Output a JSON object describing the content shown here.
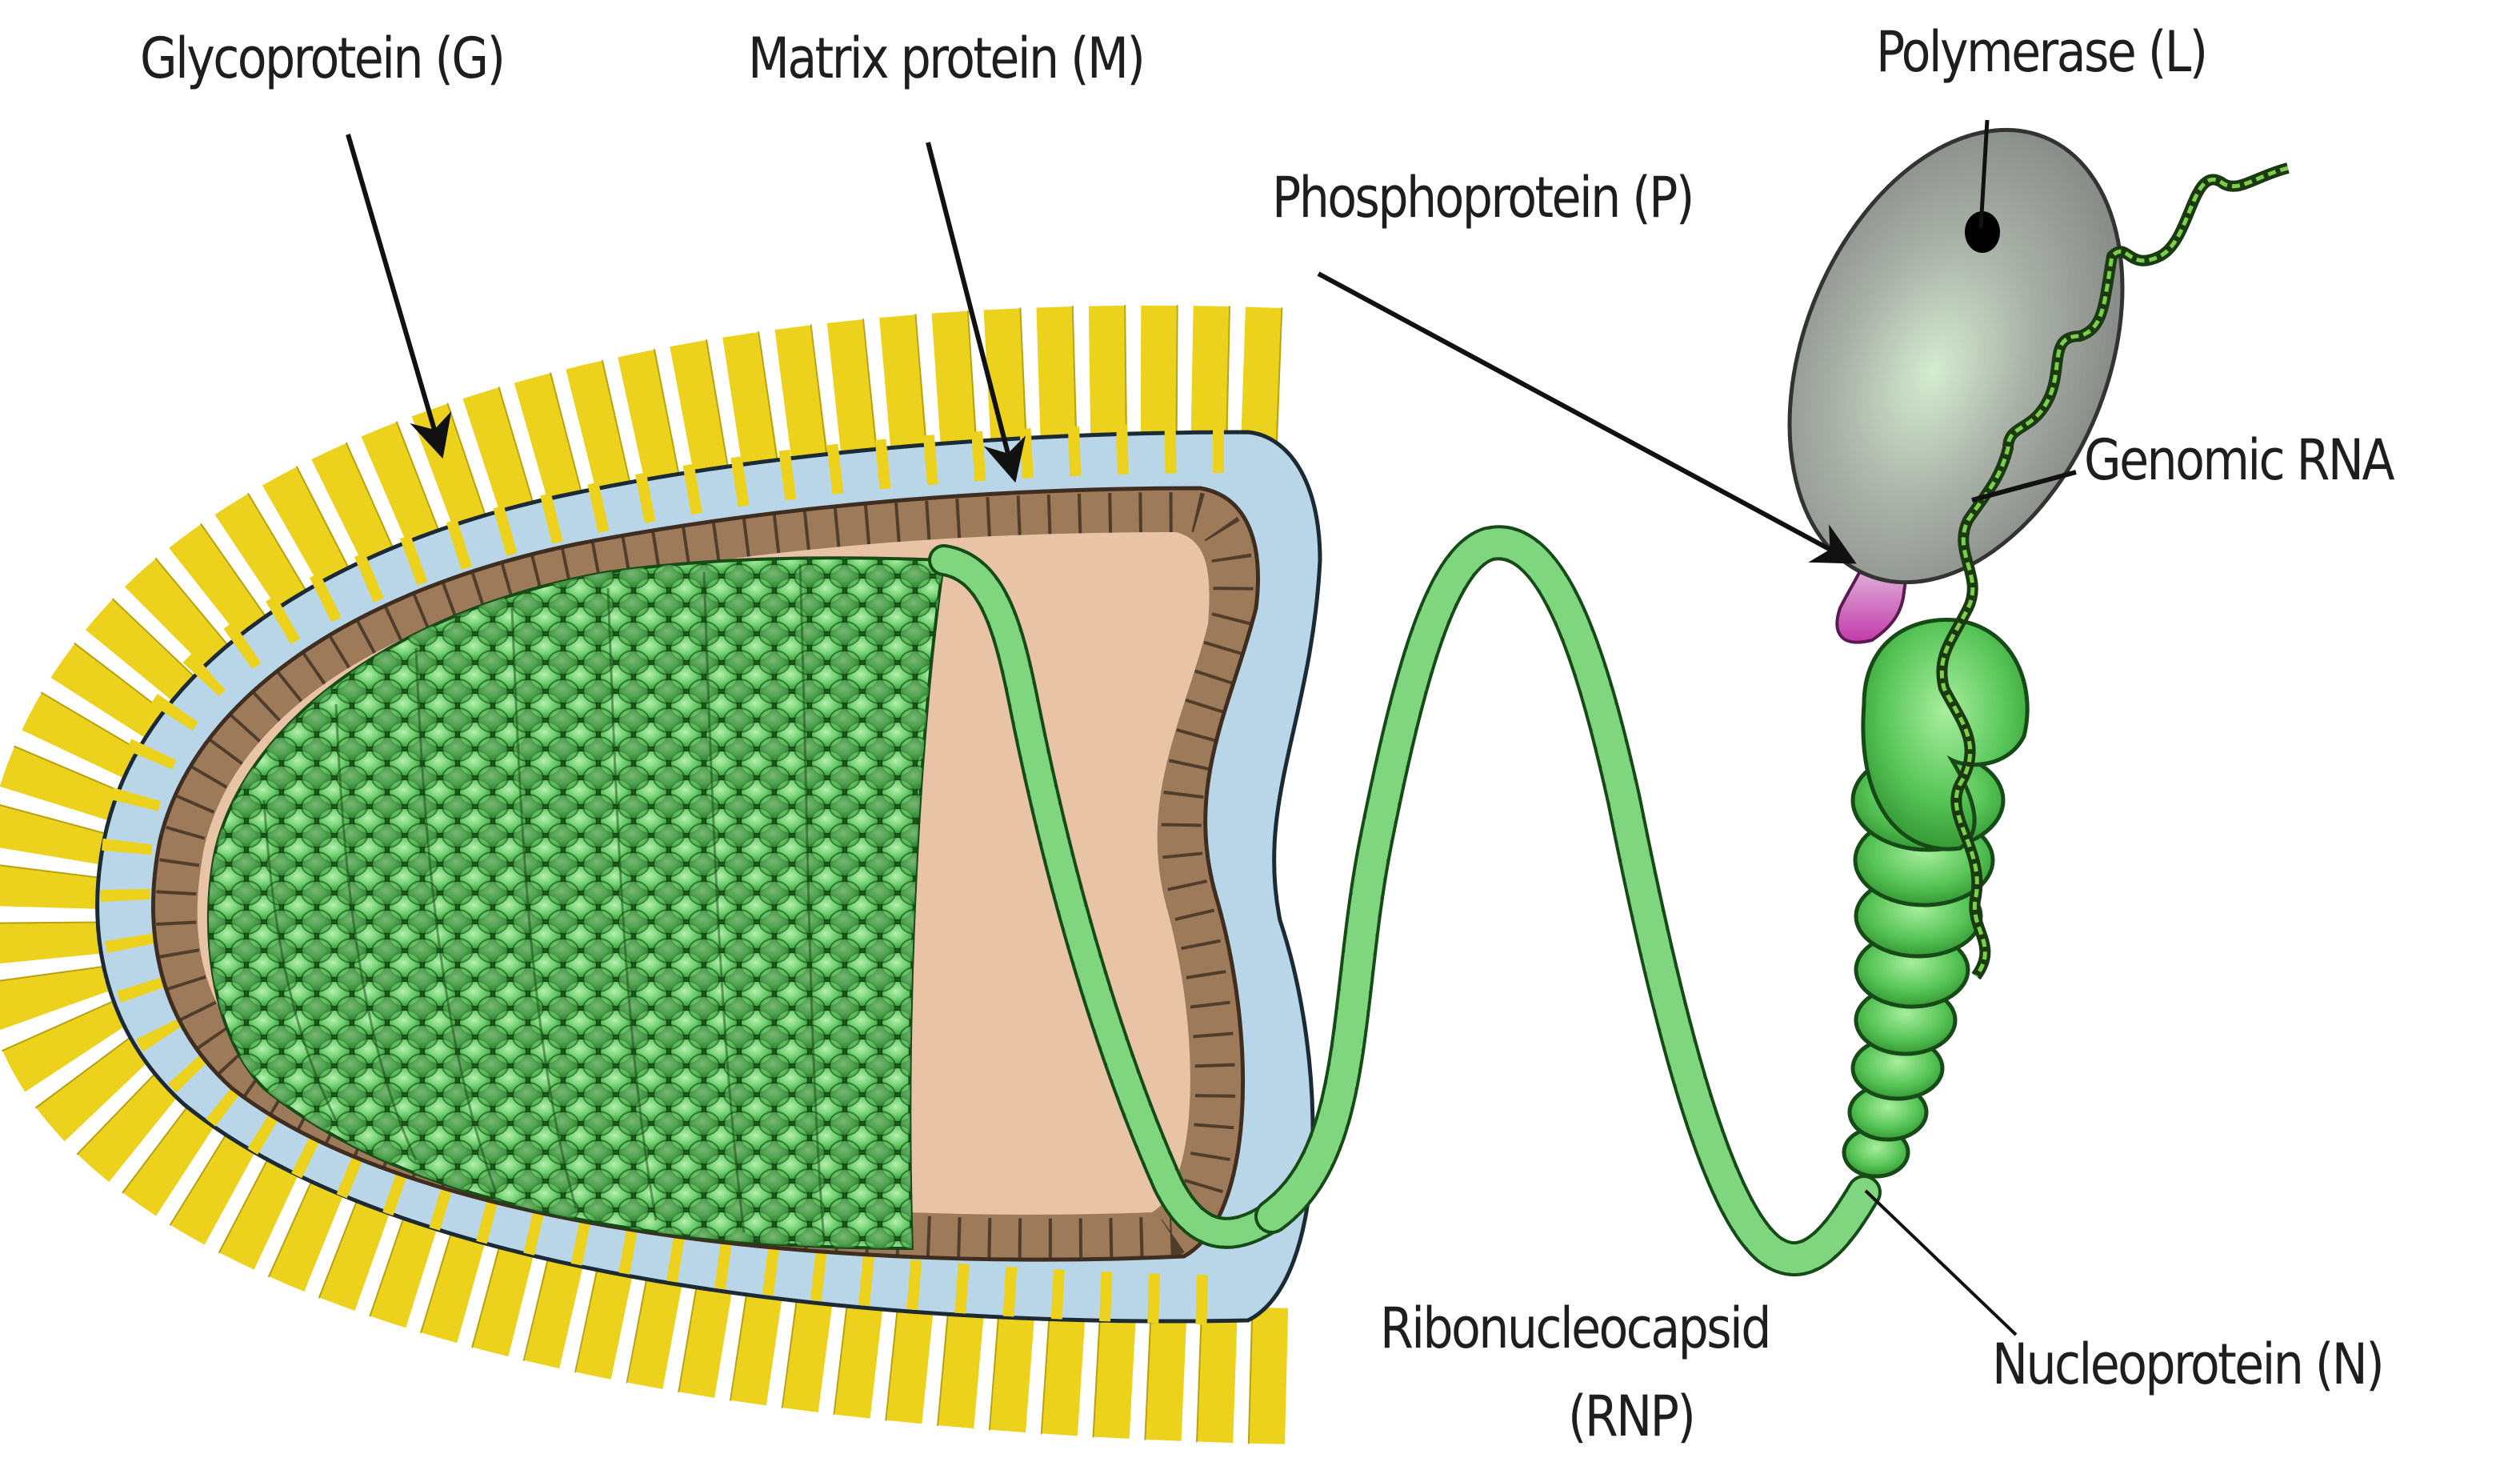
{
  "diagram": {
    "subject": "Rhabdovirus virion structure",
    "colors": {
      "glycoprotein": "#ecd21c",
      "glycoprotein_outline": "#8a7a10",
      "membrane": "#b8d6e8",
      "matrix": "#9c7a5a",
      "matrix_outline": "#3f2e20",
      "interior": "#e8c3a6",
      "nucleoprotein": "#7fd67f",
      "nucleoprotein_dark": "#1f6b1f",
      "polymerase": "#9a9c9a",
      "polymerase_highlight": "#d9efd6",
      "phosphoprotein": "#c844b4",
      "rna": "#5e9a3a",
      "label_text": "#1e1e1e",
      "arrow": "#111111"
    }
  },
  "labels": {
    "glycoprotein": "Glycoprotein (G)",
    "matrix": "Matrix protein (M)",
    "polymerase": "Polymerase (L)",
    "phosphoprotein": "Phosphoprotein (P)",
    "genomic_rna": "Genomic RNA",
    "ribonucleocapsid": "Ribonucleocapsid",
    "rnp": "(RNP)",
    "nucleoprotein": "Nucleoprotein (N)"
  }
}
